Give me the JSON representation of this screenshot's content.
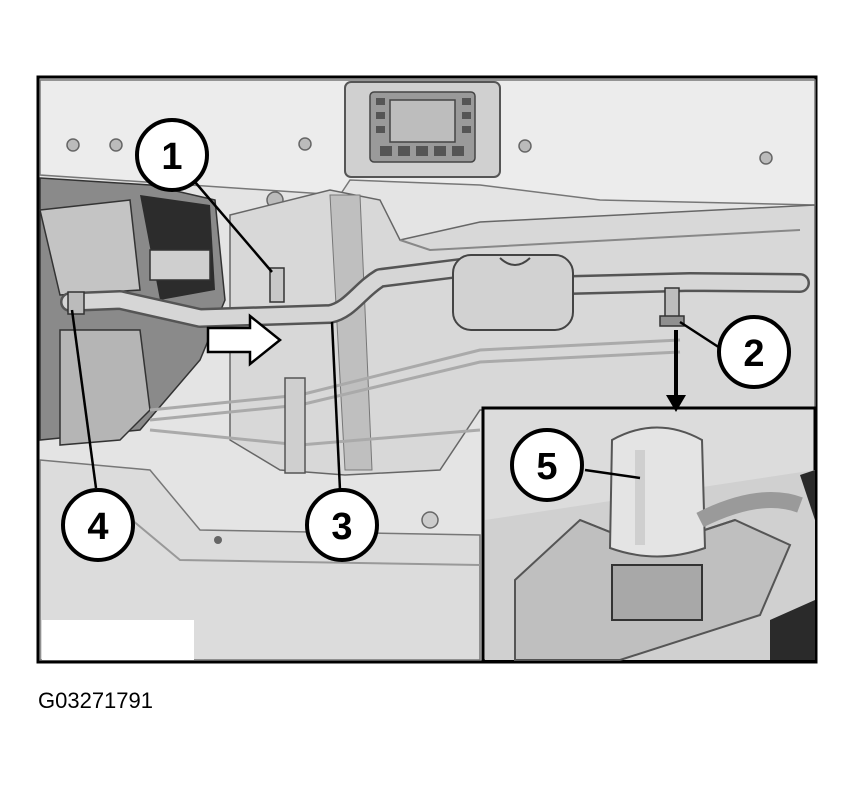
{
  "figure_id": "G03271791",
  "callouts": [
    "1",
    "2",
    "3",
    "4",
    "5"
  ],
  "colors": {
    "background": "#e6e6e6",
    "body_panel": "#d4d4d4",
    "dark_cavity": "#3a3a3a",
    "pipe": "#c8c8c8",
    "outline": "#000000"
  }
}
